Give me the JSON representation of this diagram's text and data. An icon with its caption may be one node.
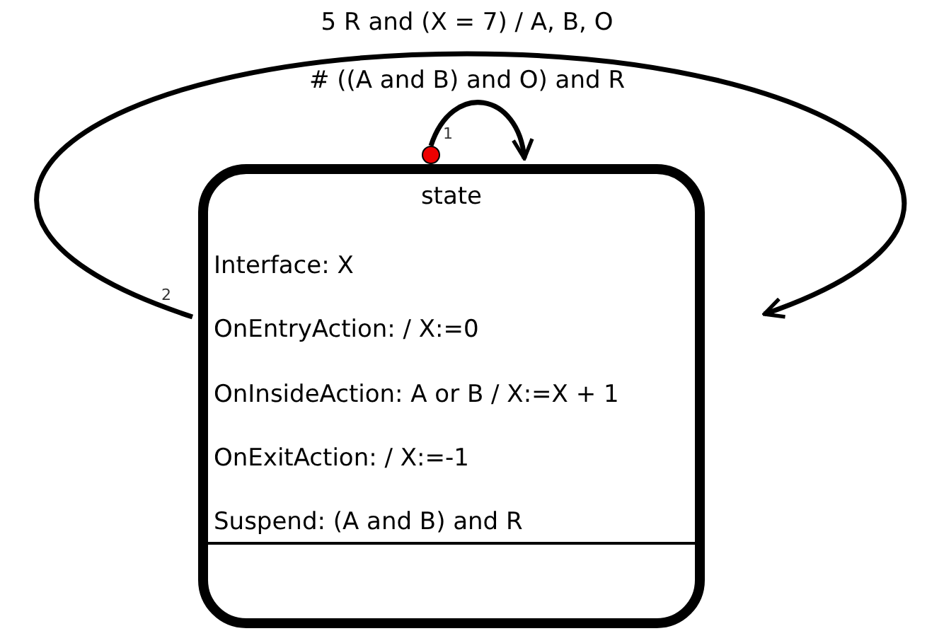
{
  "diagram": {
    "nodes": [
      {
        "text": [
          "state",
          "Interface: X",
          "OnEntryAction: / X:=0",
          "OnInsideAction: A or B / X:=X + 1",
          "OnExitAction: / X:=-1",
          "Suspend: (A and B) and R"
        ]
      },
      {
        "text": [],
        "shape": "circle"
      }
    ],
    "edges": [
      {
        "from": 1,
        "to": 0,
        "arrow": "to",
        "label": "# ((A and B) and O) and R"
      },
      {
        "from": 0,
        "to": 0,
        "arrow": "to",
        "label": "5 R and (X = 7) / A, B, O"
      }
    ],
    "labels": [
      "1",
      "2"
    ]
  }
}
